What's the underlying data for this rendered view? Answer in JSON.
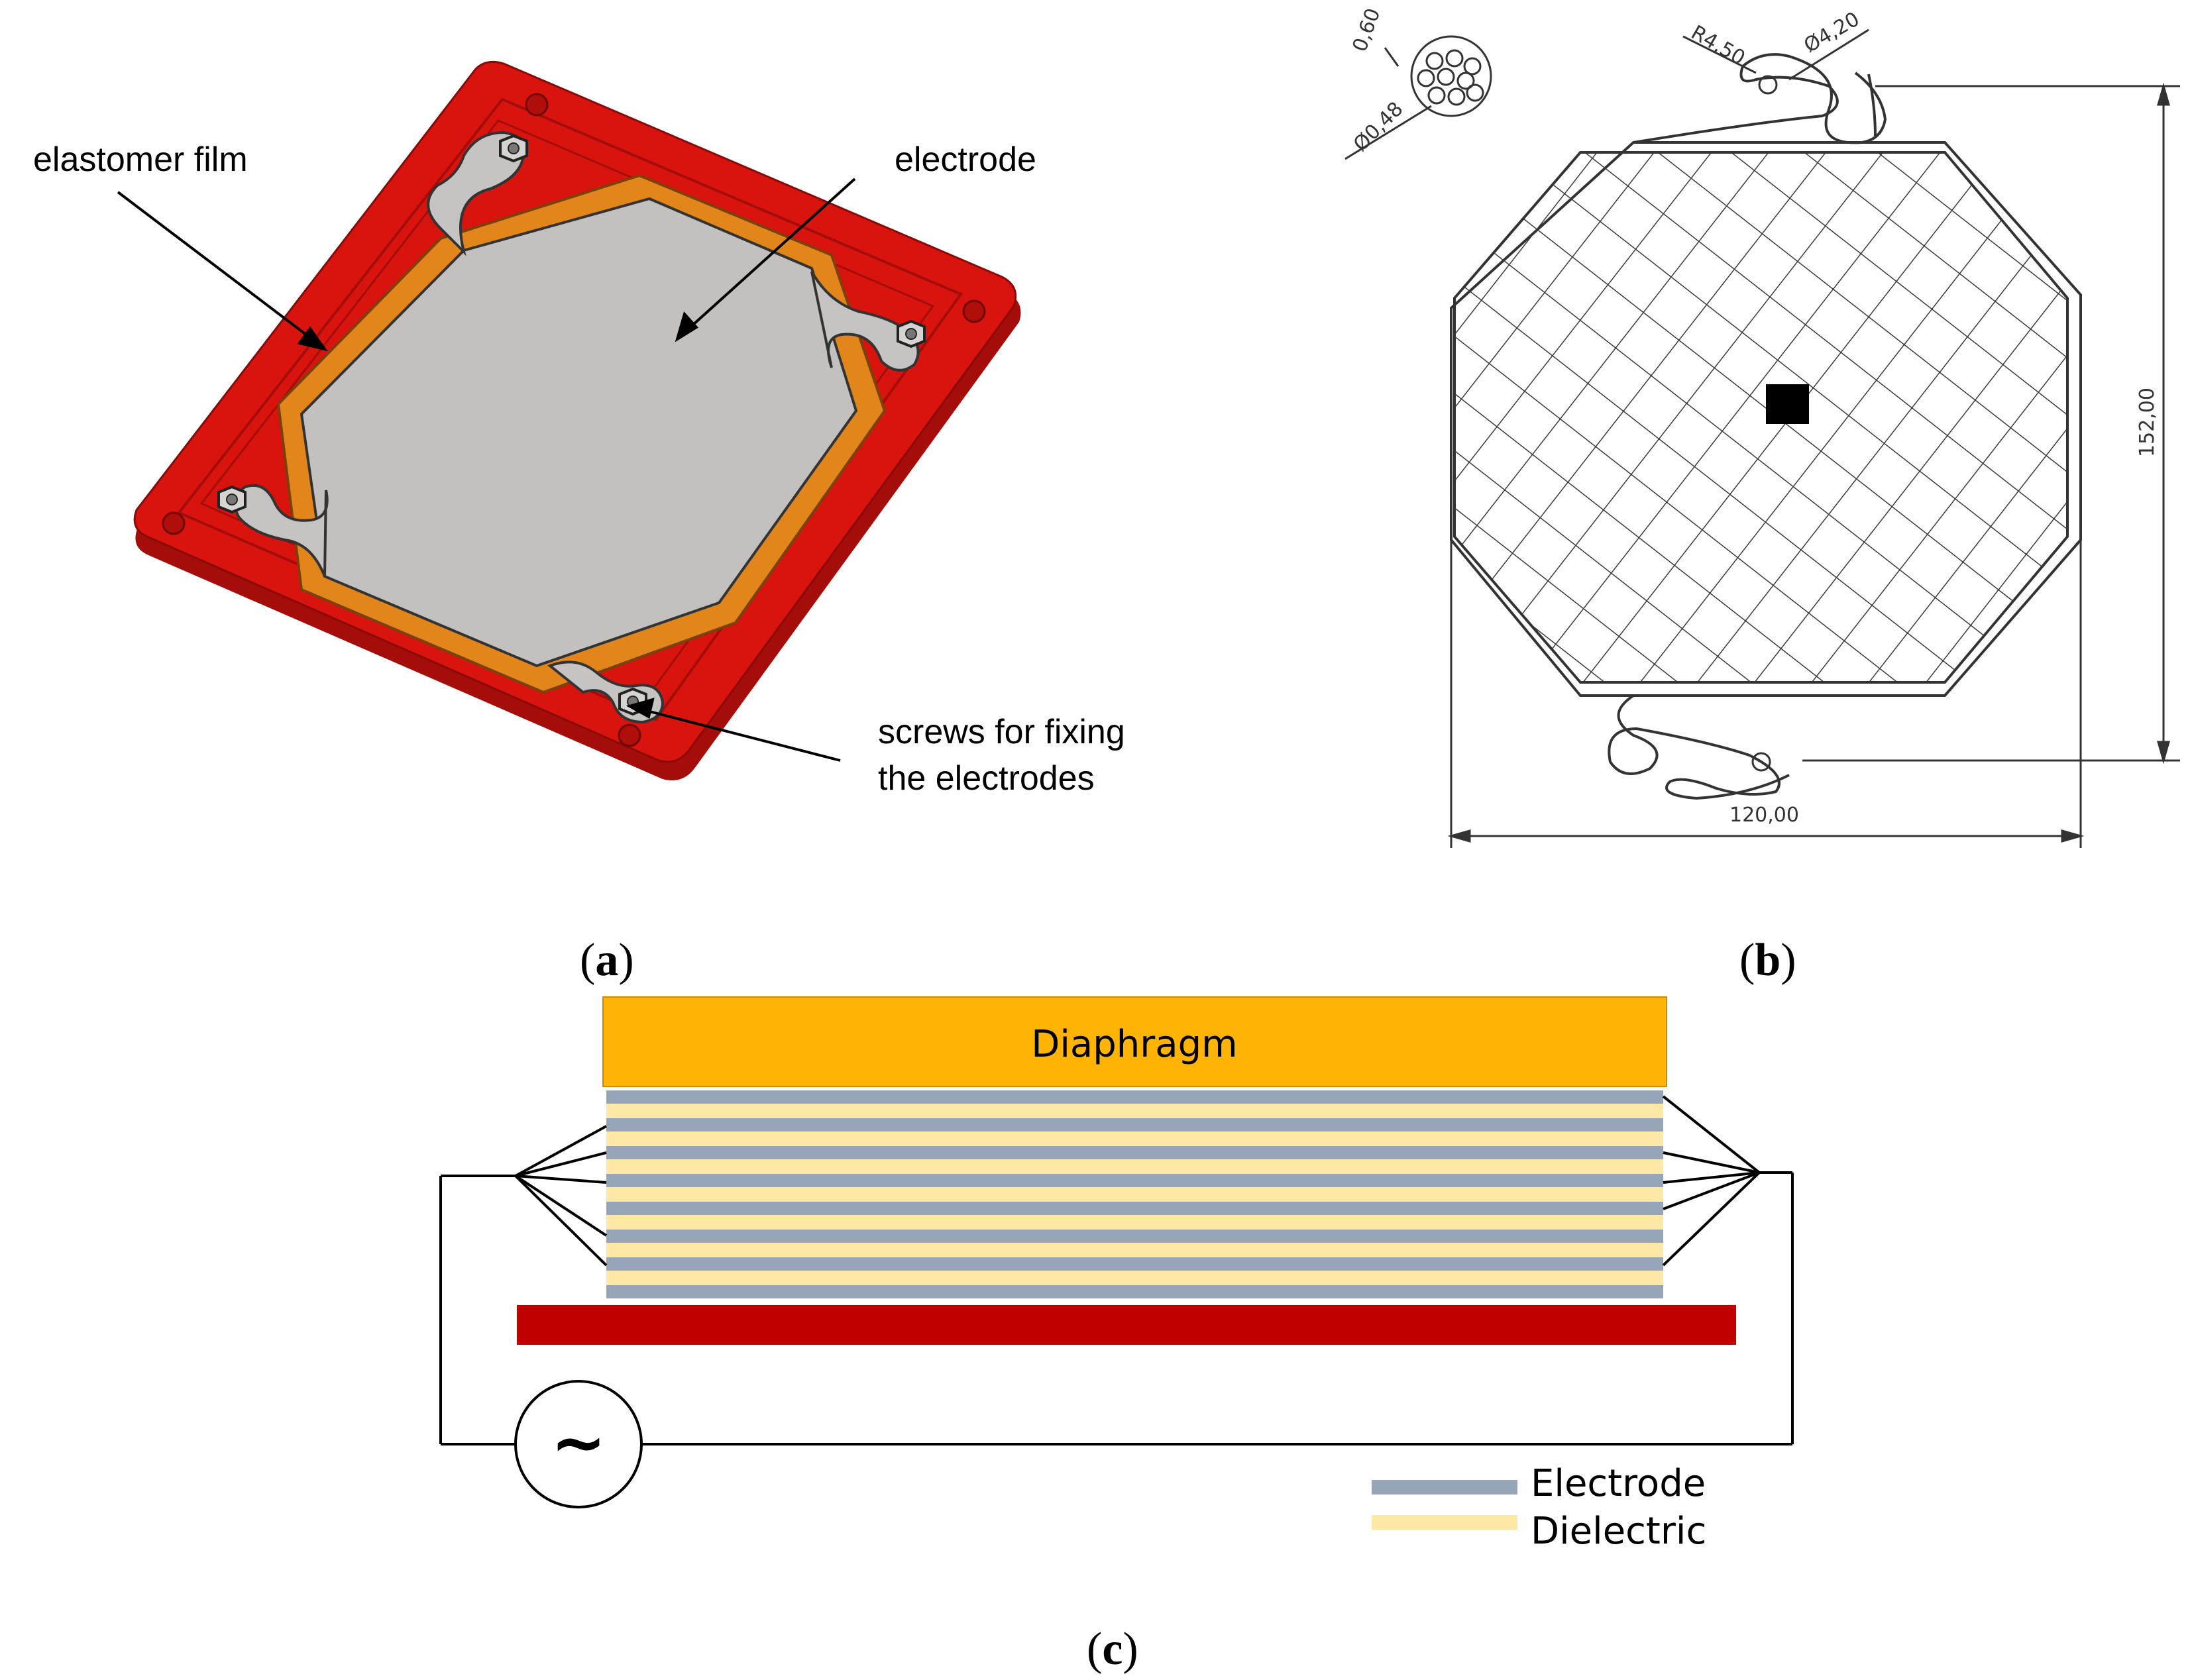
{
  "panel_a": {
    "label_elastomer": "elastomer film",
    "label_electrode": "electrode",
    "label_screws_1": "screws for fixing",
    "label_screws_2": "the electrodes",
    "caption_open": "(",
    "caption_letter": "a",
    "caption_close": ")"
  },
  "panel_b": {
    "dim_hole_spacing": "0,60",
    "dim_hole_diameter": "Ø0,48",
    "dim_radius": "R4,50",
    "dim_tab_hole": "Ø4,20",
    "dim_height": "152,00",
    "dim_width": "120,00",
    "caption_open": "(",
    "caption_letter": "b",
    "caption_close": ")"
  },
  "panel_c": {
    "diaphragm_label": "Diaphragm",
    "source_symbol": "~",
    "legend": [
      {
        "label": "Electrode",
        "color": "#97a5b8"
      },
      {
        "label": "Dielectric",
        "color": "#fde8a6"
      }
    ],
    "caption_open": "(",
    "caption_letter": "c",
    "caption_close": ")"
  },
  "colors": {
    "frame_red": "#d9140e",
    "electrode_gray": "#c3c1bf",
    "elastomer_orange": "#e2861b",
    "diaphragm_orange": "#feb305",
    "base_red": "#c00000",
    "stack_electrode": "#97a5b8",
    "stack_dielectric": "#fde8a6"
  }
}
